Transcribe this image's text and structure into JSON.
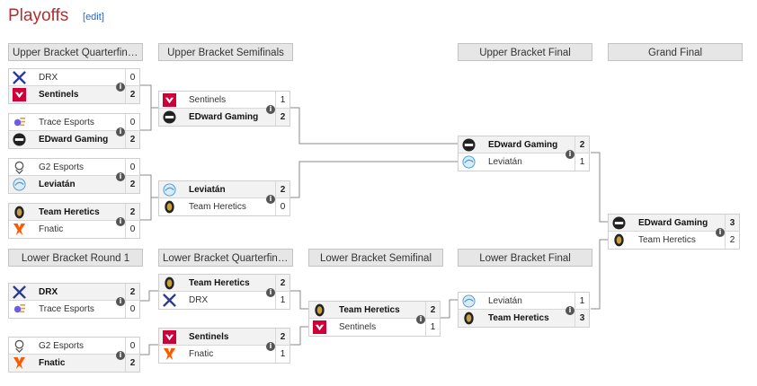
{
  "page": {
    "title": "Playoffs",
    "edit_label": "edit"
  },
  "headers": {
    "ubq": "Upper Bracket Quarterfinals",
    "ubs": "Upper Bracket Semifinals",
    "ubf": "Upper Bracket Final",
    "gf": "Grand Final",
    "lbr1": "Lower Bracket Round 1",
    "lbq": "Lower Bracket Quarterfinals",
    "lbs": "Lower Bracket Semifinal",
    "lbf": "Lower Bracket Final"
  },
  "matches": {
    "ubq1": {
      "t1": {
        "name": "DRX",
        "score": "0"
      },
      "t2": {
        "name": "Sentinels",
        "score": "2"
      }
    },
    "ubq2": {
      "t1": {
        "name": "Trace Esports",
        "score": "0"
      },
      "t2": {
        "name": "EDward Gaming",
        "score": "2"
      }
    },
    "ubq3": {
      "t1": {
        "name": "G2 Esports",
        "score": "0"
      },
      "t2": {
        "name": "Leviatán",
        "score": "2"
      }
    },
    "ubq4": {
      "t1": {
        "name": "Team Heretics",
        "score": "2"
      },
      "t2": {
        "name": "Fnatic",
        "score": "0"
      }
    },
    "ubs1": {
      "t1": {
        "name": "Sentinels",
        "score": "1"
      },
      "t2": {
        "name": "EDward Gaming",
        "score": "2"
      }
    },
    "ubs2": {
      "t1": {
        "name": "Leviatán",
        "score": "2"
      },
      "t2": {
        "name": "Team Heretics",
        "score": "0"
      }
    },
    "ubf": {
      "t1": {
        "name": "EDward Gaming",
        "score": "2"
      },
      "t2": {
        "name": "Leviatán",
        "score": "1"
      }
    },
    "gf": {
      "t1": {
        "name": "EDward Gaming",
        "score": "3"
      },
      "t2": {
        "name": "Team Heretics",
        "score": "2"
      }
    },
    "lbr1": {
      "t1": {
        "name": "DRX",
        "score": "2"
      },
      "t2": {
        "name": "Trace Esports",
        "score": "0"
      }
    },
    "lbr2": {
      "t1": {
        "name": "G2 Esports",
        "score": "0"
      },
      "t2": {
        "name": "Fnatic",
        "score": "2"
      }
    },
    "lbq1": {
      "t1": {
        "name": "Team Heretics",
        "score": "2"
      },
      "t2": {
        "name": "DRX",
        "score": "1"
      }
    },
    "lbq2": {
      "t1": {
        "name": "Sentinels",
        "score": "2"
      },
      "t2": {
        "name": "Fnatic",
        "score": "1"
      }
    },
    "lbs": {
      "t1": {
        "name": "Team Heretics",
        "score": "2"
      },
      "t2": {
        "name": "Sentinels",
        "score": "1"
      }
    },
    "lbf": {
      "t1": {
        "name": "Leviatán",
        "score": "1"
      },
      "t2": {
        "name": "Team Heretics",
        "score": "3"
      }
    }
  },
  "colors": {
    "title": "#b22f2f",
    "link": "#3366bb",
    "line": "#888888"
  },
  "icons": {
    "info": "info-icon"
  }
}
